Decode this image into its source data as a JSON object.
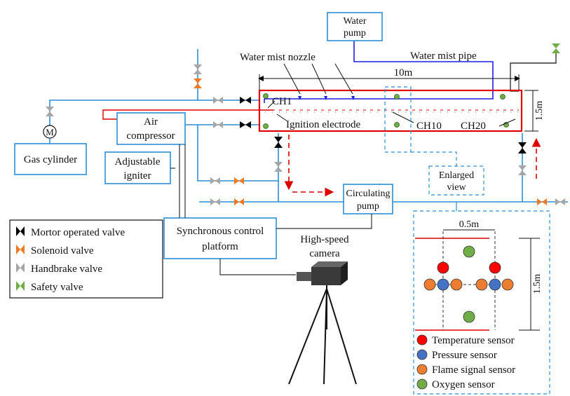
{
  "labels": {
    "water_pump": [
      "Water",
      "pump"
    ],
    "water_mist_nozzle": "Water mist nozzle",
    "water_mist_pipe": "Water mist pipe",
    "length": "10m",
    "ch1": "CH1",
    "ch10": "CH10",
    "ch20": "CH20",
    "ignition_electrode": "Ignition electrode",
    "height": "1.5m",
    "gas_cylinder": "Gas cylinder",
    "air_compressor": [
      "Air",
      "compressor"
    ],
    "adjustable_igniter": [
      "Adjustable",
      "igniter"
    ],
    "enlarged_view": [
      "Enlarged",
      "view"
    ],
    "circulating_pump": [
      "Circulating",
      "pump"
    ],
    "sync_platform": [
      "Synchronous control",
      "platform"
    ],
    "camera": [
      "High-speed",
      "camera"
    ],
    "motor_symbol": "M",
    "detail_width": "0.5m",
    "detail_height": "1.5m"
  },
  "valve_legend": [
    {
      "label": "Mortor operated valve",
      "color": "#000000"
    },
    {
      "label": "Solenoid valve",
      "color": "#ee7b22"
    },
    {
      "label": "Handbrake valve",
      "color": "#a6a6a6"
    },
    {
      "label": "Safety valve",
      "color": "#70ad47"
    }
  ],
  "sensor_legend": [
    {
      "label": "Temperature sensor",
      "color": "#ff0000"
    },
    {
      "label": "Pressure sensor",
      "color": "#4472c4"
    },
    {
      "label": "Flame signal sensor",
      "color": "#ed7d31"
    },
    {
      "label": "Oxygen sensor",
      "color": "#70ad47"
    }
  ],
  "colors": {
    "gas_pipe": "#2a8fd6",
    "water_pipe": "#1f1fe0",
    "duct": "#e00000",
    "box_border": "#2a8fd6",
    "flow_arrow": "#e00000"
  }
}
